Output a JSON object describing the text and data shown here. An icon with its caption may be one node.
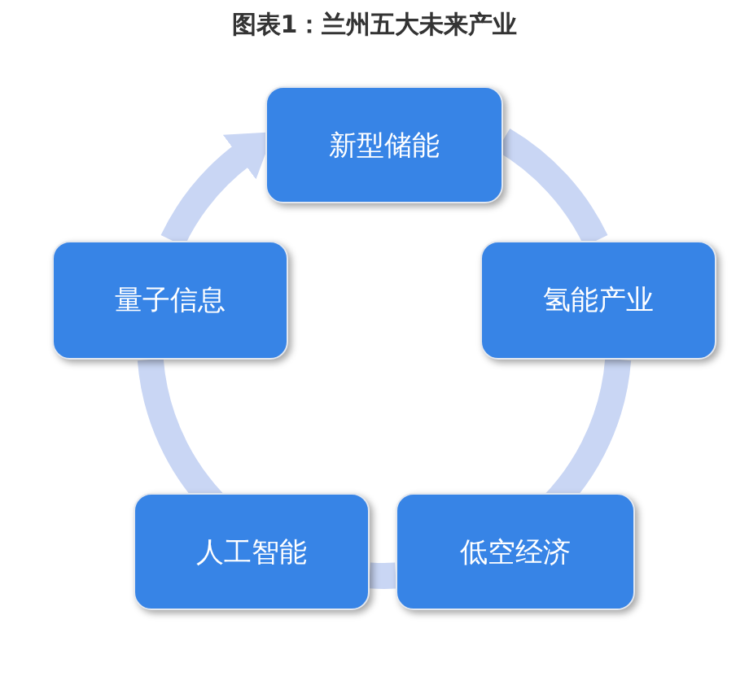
{
  "diagram": {
    "title": "图表1：兰州五大未来产业",
    "nodes": [
      {
        "text": [
          "新型储能"
        ]
      },
      {
        "text": [
          "量子信息"
        ]
      },
      {
        "text": [
          "氢能产业"
        ]
      },
      {
        "text": [
          "人工智能"
        ]
      },
      {
        "text": [
          "低空经济"
        ]
      }
    ],
    "edges": [
      {
        "from": 0,
        "to": 2,
        "arrow": "none"
      },
      {
        "from": 2,
        "to": 4,
        "arrow": "none"
      },
      {
        "from": 4,
        "to": 3,
        "arrow": "none"
      },
      {
        "from": 3,
        "to": 1,
        "arrow": "none"
      },
      {
        "from": 1,
        "to": 0,
        "arrow": "to"
      }
    ]
  }
}
